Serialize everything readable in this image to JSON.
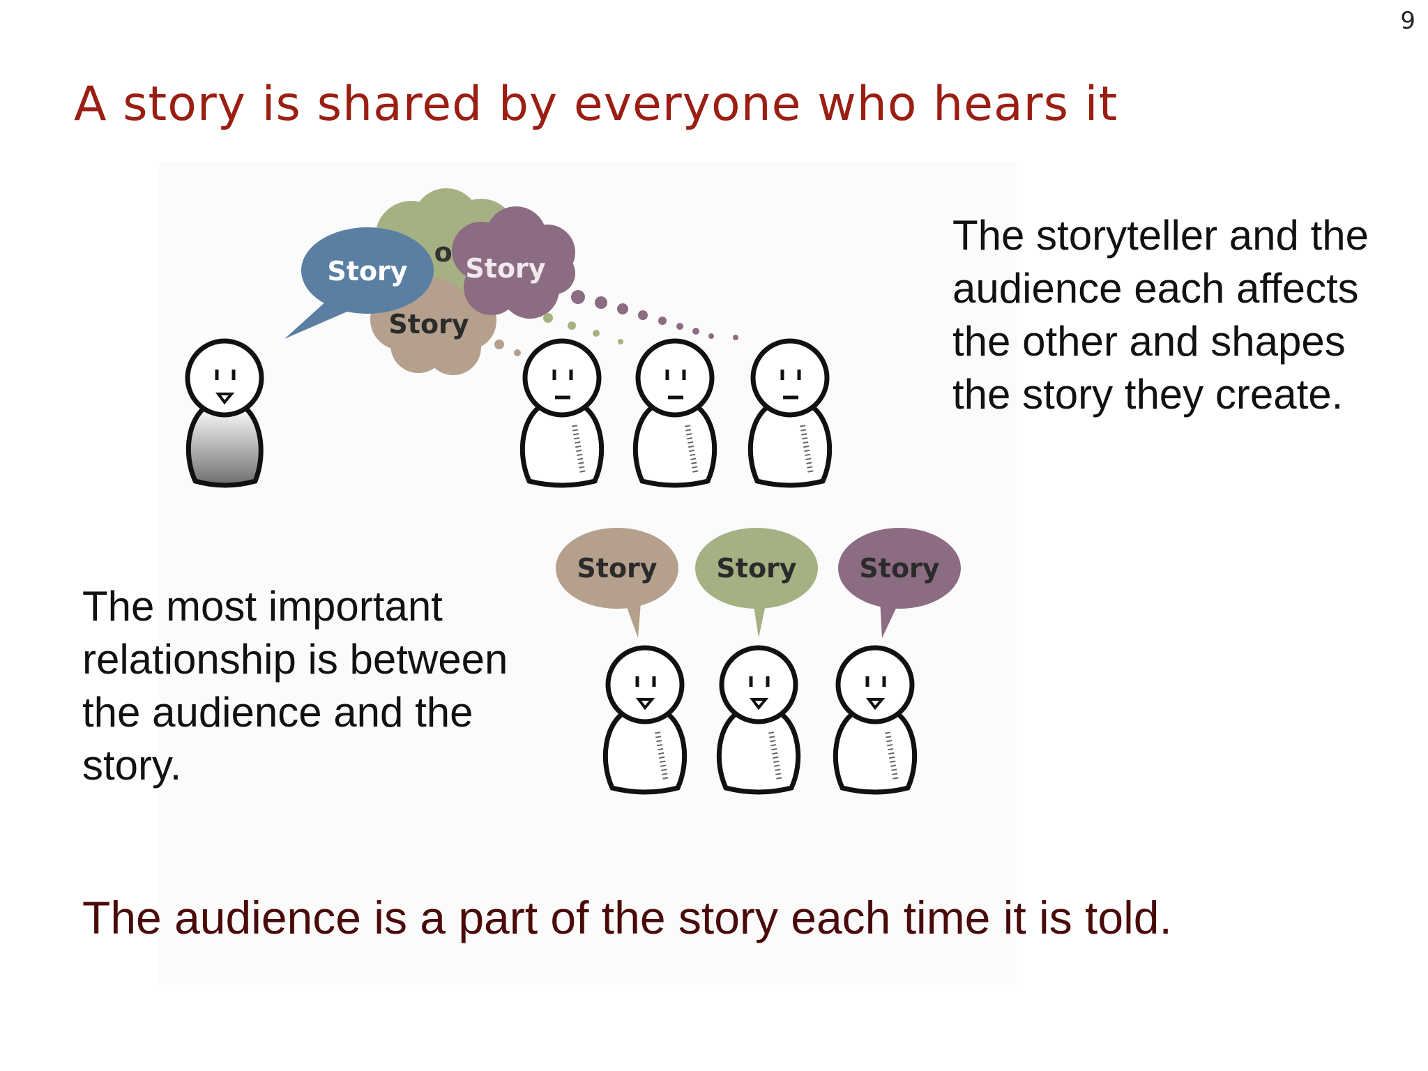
{
  "slide": {
    "page_number": "9",
    "title": "A story is shared by everyone who hears it",
    "paragraph_right": "The storyteller and the audience each affects the other and shapes the story they create.",
    "paragraph_left": "The most important relationship is between the audience and the story.",
    "conclusion": "The audience is a part of the story each time it is told."
  },
  "illustration": {
    "top_bubbles": [
      {
        "label": "or",
        "color": "#a5b083"
      },
      {
        "label": "Story",
        "color": "#5a7fa3"
      },
      {
        "label": "Story",
        "color": "#8c6c82"
      },
      {
        "label": "Story",
        "color": "#b4a08c"
      }
    ],
    "bottom_bubbles": [
      {
        "label": "Story",
        "color": "#b4a08c"
      },
      {
        "label": "Story",
        "color": "#a5b083"
      },
      {
        "label": "Story",
        "color": "#8c6c82"
      }
    ],
    "colors": {
      "title": "#9a1e12",
      "conclusion": "#4a0a0a"
    }
  }
}
